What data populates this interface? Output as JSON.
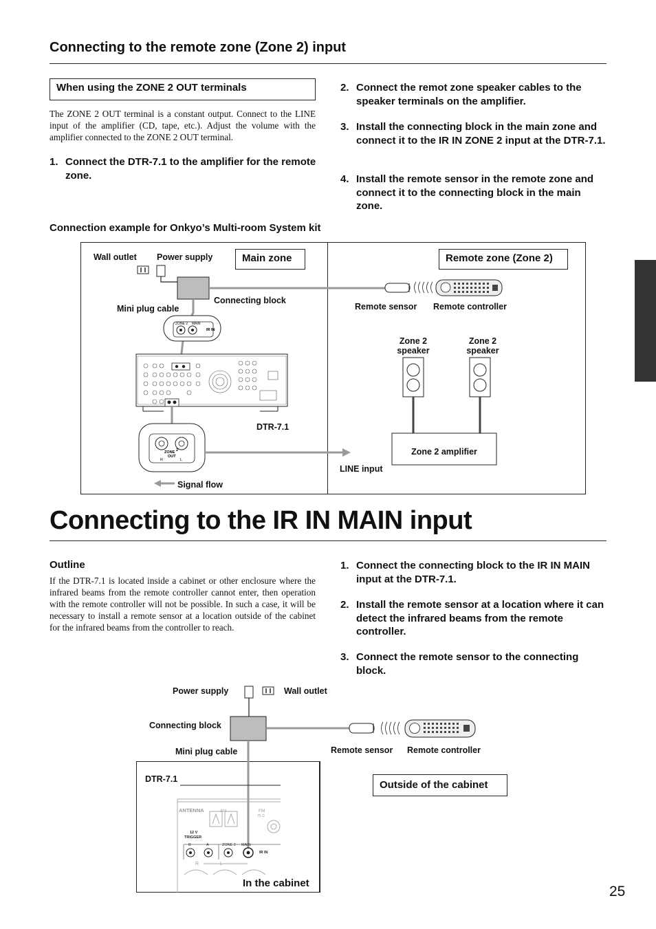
{
  "section1": {
    "title": "Connecting to the remote zone (Zone 2) input",
    "subhead": "When using the ZONE 2 OUT terminals",
    "intro": "The ZONE 2 OUT terminal is a constant output. Connect to the LINE input of the amplifier (CD, tape, etc.). Adjust the volume with the amplifier connected to the ZONE 2 OUT terminal.",
    "steps": [
      {
        "num": "1.",
        "text": "Connect the DTR-7.1 to the amplifier for the remote zone."
      },
      {
        "num": "2.",
        "text": "Connect the remot zone speaker cables to the speaker terminals on the amplifier."
      },
      {
        "num": "3.",
        "text": "Install the connecting block in the main zone and connect it to the IR IN ZONE 2 input at the DTR-7.1."
      },
      {
        "num": "4.",
        "text": "Install the remote sensor in the remote zone and connect it to the connecting block in the main zone."
      }
    ],
    "diagram_caption": "Connection example for Onkyo’s Multi-room System kit",
    "diagram": {
      "wall_outlet": "Wall outlet",
      "power_supply": "Power supply",
      "main_zone": "Main zone",
      "remote_zone": "Remote zone (Zone 2)",
      "connecting_block": "Connecting block",
      "mini_plug_cable": "Mini plug cable",
      "remote_sensor": "Remote sensor",
      "remote_controller": "Remote controller",
      "zone2_speaker_line1": "Zone 2",
      "zone2_speaker_line2": "speaker",
      "dtr": "DTR-7.1",
      "zone2_amplifier": "Zone 2 amplifier",
      "line_input": "LINE input",
      "signal_flow": "Signal flow",
      "jack_zone2": "ZONE 2",
      "jack_main": "MAIN",
      "jack_irin": "IR IN",
      "zone_out_1": "ZONE",
      "zone_out_2": "OUT",
      "zone_out_num": "2",
      "zone_out_r": "R",
      "zone_out_l": "L"
    }
  },
  "section2": {
    "title": "Connecting to the IR IN MAIN input",
    "outline_head": "Outline",
    "outline": "If the DTR-7.1 is located inside a cabinet or other enclosure where the infrared beams from the remote controller cannot enter, then operation with the remote controller will not be possible. In such a case, it will be necessary to install a remote sensor at a location outside of the cabinet for the infrared beams from the controller to reach.",
    "steps": [
      {
        "num": "1.",
        "text": "Connect the connecting block to the IR IN MAIN input at the DTR-7.1."
      },
      {
        "num": "2.",
        "text": "Install the remote sensor at a location where it can detect the infrared beams from the remote controller."
      },
      {
        "num": "3.",
        "text": "Connect the remote sensor to the connecting block."
      }
    ],
    "diagram": {
      "power_supply": "Power supply",
      "wall_outlet": "Wall outlet",
      "connecting_block": "Connecting block",
      "mini_plug_cable": "Mini plug cable",
      "remote_sensor": "Remote sensor",
      "remote_controller": "Remote controller",
      "dtr": "DTR-7.1",
      "outside": "Outside of the cabinet",
      "inside": "In the cabinet",
      "antenna": "ANTENNA",
      "am": "AM",
      "fm": "FM",
      "fm_ohm": "75 Ω",
      "trigger_1": "12 V",
      "trigger_2": "TRIGGER",
      "jack_b": "B",
      "jack_a": "A",
      "jack_zone2": "ZONE 2",
      "jack_main": "MAIN",
      "jack_irin": "IR IN",
      "r": "R",
      "l": "L"
    }
  },
  "page_number": "25"
}
